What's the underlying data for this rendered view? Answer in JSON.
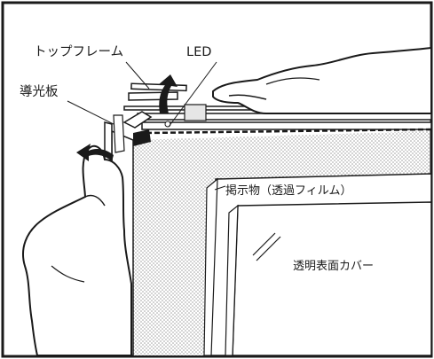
{
  "labels": {
    "top_frame": "トップフレーム",
    "led": "LED",
    "light_guide": "導光板",
    "poster": "掲示物（透過フィルム）",
    "cover": "透明表面カバー"
  },
  "colors": {
    "line": "#1a1a1a",
    "dot_fill": "#bdbdbd",
    "panel_bg": "#ffffff",
    "led_block": "#e6e6e6"
  },
  "icons": [
    "hand-top-icon",
    "hand-left-icon",
    "lift-arrow-icon",
    "pull-arrow-icon",
    "led-block-icon"
  ]
}
